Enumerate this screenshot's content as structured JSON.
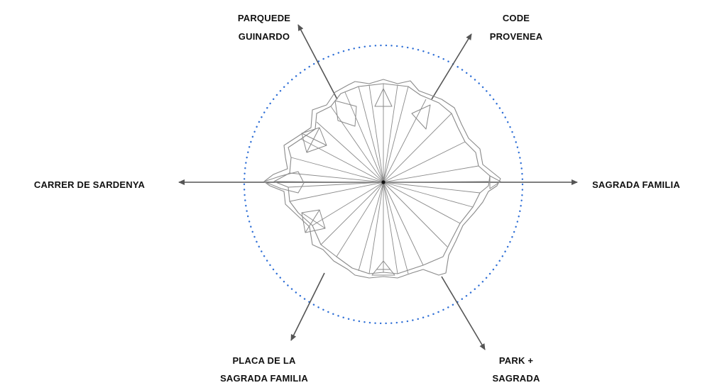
{
  "labels": {
    "north_west": [
      "PARQUEDE",
      "GUINARDO"
    ],
    "north_east": [
      "CODE",
      "PROVENEA"
    ],
    "east": "SAGRADA FAMILIA",
    "west": "CARRER DE SARDENYA",
    "south_west": [
      "PLACA DE LA",
      "SAGRADA FAMILIA"
    ],
    "south_east": [
      "PARK +",
      "SAGRADA"
    ]
  },
  "colors": {
    "circle": "#2f6fd6",
    "arrow": "#555555",
    "drawing": "#8a8a8a",
    "text": "#111111"
  }
}
